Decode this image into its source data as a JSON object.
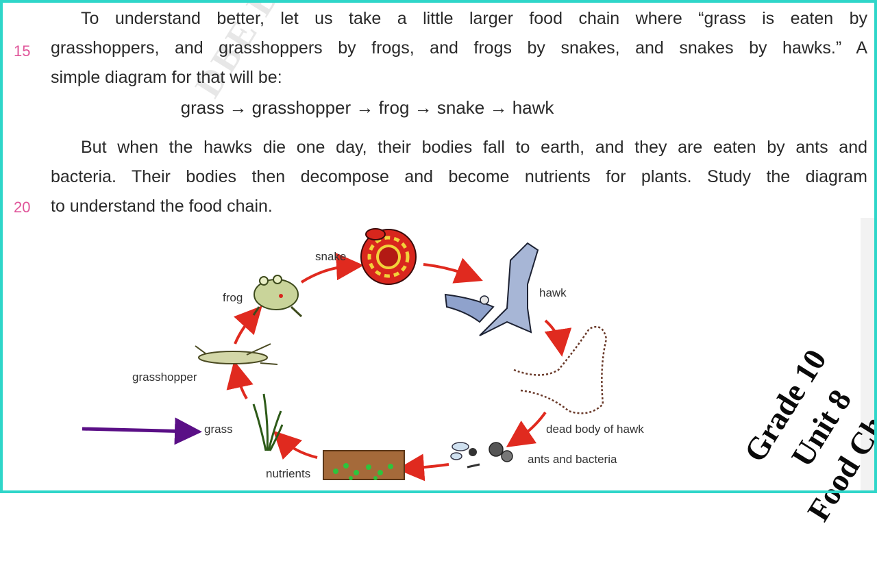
{
  "paragraph1": {
    "line1": "To understand better, let us take a little larger food chain where “grass is eaten by",
    "line2": "grasshoppers, and grasshoppers by frogs, and frogs by snakes, and snakes by hawks.”  A",
    "line3": "simple diagram for that will be:"
  },
  "line_numbers": {
    "n15": "15",
    "n20": "20"
  },
  "chain_text": "grass → grasshopper → frog → snake → hawk",
  "paragraph2": {
    "line1": "But when the hawks die one day, their bodies fall to earth, and they are eaten by ants and",
    "line2": "bacteria. Their bodies then decompose and become nutrients for plants. Study the diagram",
    "line3": "to understand the food chain."
  },
  "watermark": "DBE BOX",
  "diagram": {
    "labels": {
      "snake": "snake",
      "frog": "frog",
      "hawk": "hawk",
      "grasshopper": "grasshopper",
      "grass": "grass",
      "dead_hawk": "dead body of hawk",
      "ants_bacteria": "ants and bacteria",
      "nutrients": "nutrients"
    },
    "arrow_color": "#e02a1f",
    "pointer_color": "#5a0f86"
  },
  "side_title": {
    "line1": "Grade 10",
    "line2": "Unit 8",
    "line3": "Food Chain"
  },
  "frame_color": "#2fd6c9"
}
